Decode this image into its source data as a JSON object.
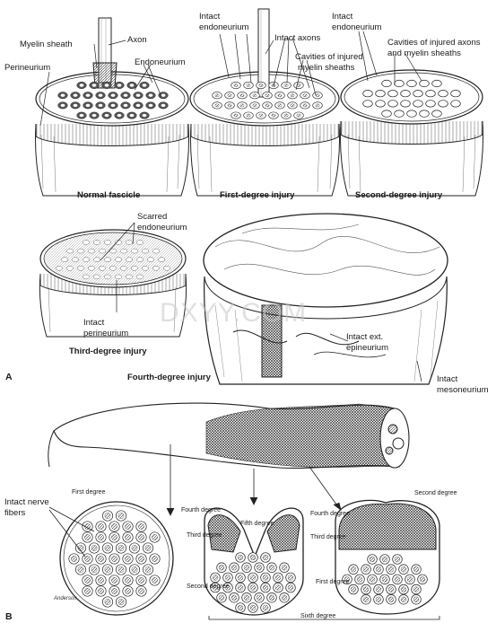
{
  "labels": {
    "myelin_sheath": "Myelin sheath",
    "axon": "Axon",
    "perineurium": "Perineurium",
    "endoneurium": "Endoneurium",
    "intact_endoneurium_1": "Intact",
    "intact_endoneurium_1b": "endoneurium",
    "intact_axons": "Intact axons",
    "cavities_myelin_1": "Cavities of injured",
    "cavities_myelin_1b": "myelin sheaths",
    "intact_endoneurium_2": "Intact",
    "intact_endoneurium_2b": "endoneurium",
    "cavities_axons_1": "Cavities of injured axons",
    "cavities_axons_1b": "and myelin sheaths",
    "scarred_endoneurium_1": "Scarred",
    "scarred_endoneurium_1b": "endoneurium",
    "intact_perineurium_1": "Intact",
    "intact_perineurium_1b": "perineurium",
    "intact_ext_epineurium_1": "Intact ext.",
    "intact_ext_epineurium_1b": "epineurium",
    "intact_mesoneurium_1": "Intact",
    "intact_mesoneurium_1b": "mesoneurium",
    "intact_nerve_fibers_1": "Intact nerve",
    "intact_nerve_fibers_1b": "fibers",
    "first_degree": "First degree",
    "fourth_degree": "Fourth degree",
    "fifth_degree": "Fifth degree",
    "third_degree": "Third degree",
    "second_degree": "Second degree",
    "sixth_degree": "Sixth degree"
  },
  "captions": {
    "normal": "Normal fascicle",
    "first": "First-degree injury",
    "second": "Second-degree injury",
    "third": "Third-degree injury",
    "fourth": "Fourth-degree injury"
  },
  "panels": {
    "a": "A",
    "b": "B"
  },
  "watermark": "DXYY.COM",
  "signature": "Anderson"
}
